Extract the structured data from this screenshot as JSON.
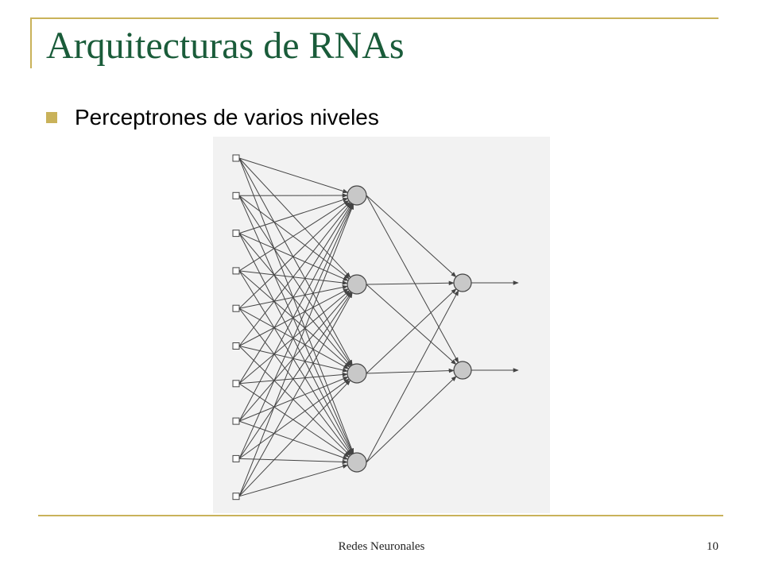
{
  "slide": {
    "title": "Arquitecturas de RNAs",
    "bullets": [
      {
        "text": "Perceptrones de varios niveles"
      }
    ],
    "footer": {
      "center_text": "Redes Neuronales",
      "page_number": "10"
    }
  },
  "network_diagram": {
    "layers": [
      {
        "name": "input",
        "count": 10
      },
      {
        "name": "hidden",
        "count": 4
      },
      {
        "name": "output",
        "count": 2
      }
    ]
  },
  "colors": {
    "accent": "#c9b25a",
    "title": "#1a5c3a",
    "node_fill": "#c8c8c8",
    "line": "#444444"
  }
}
